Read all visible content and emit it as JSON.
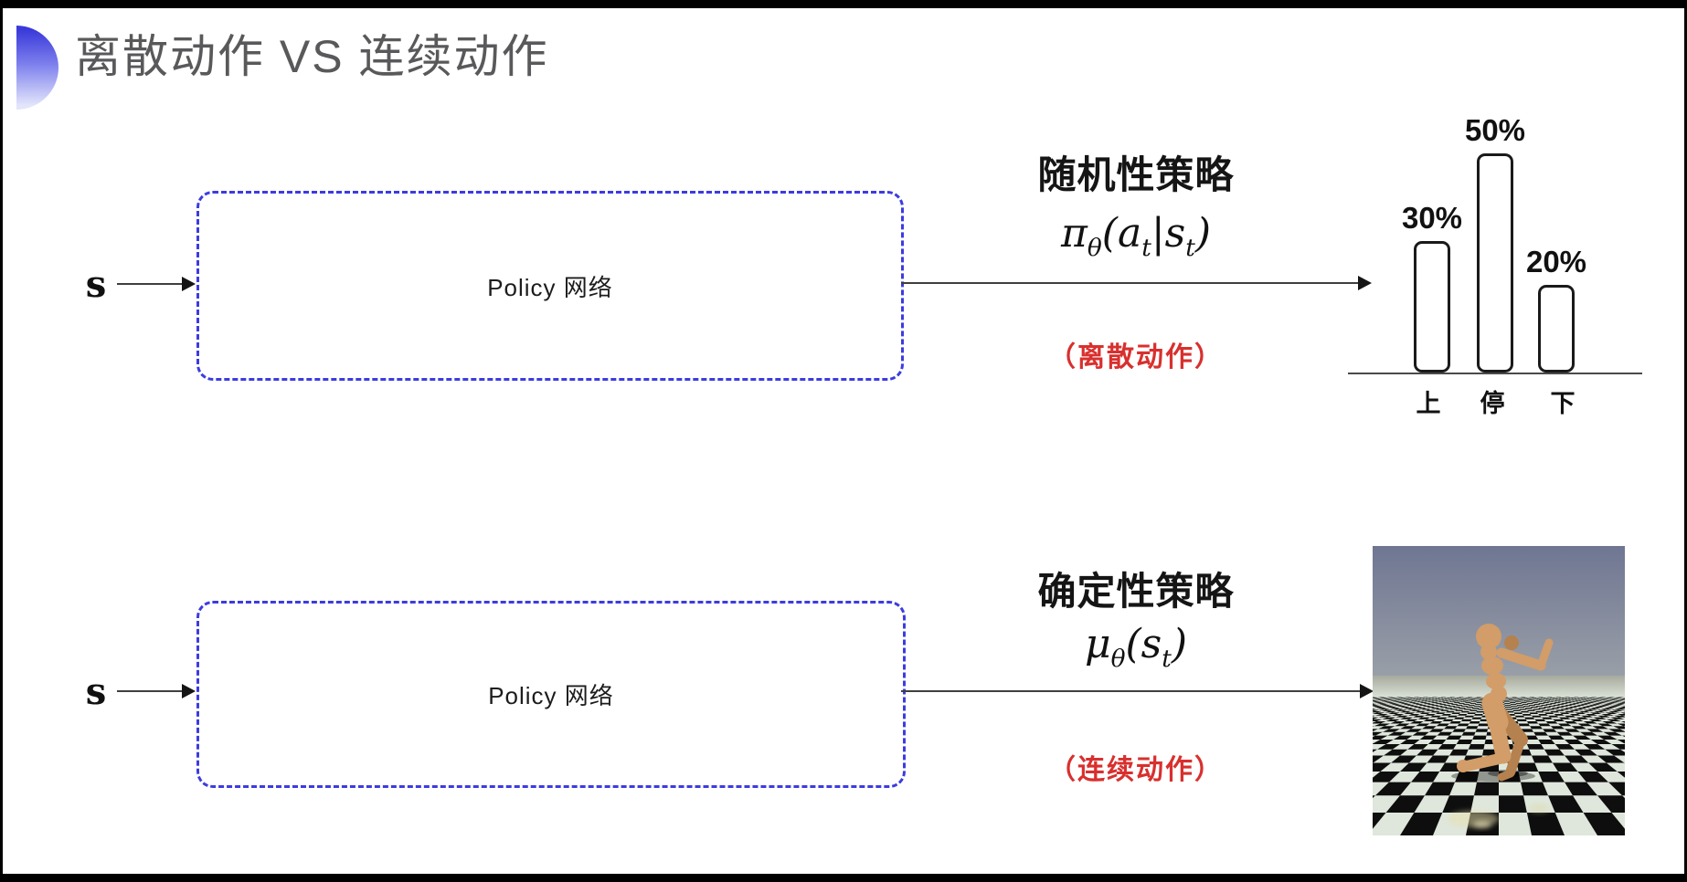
{
  "slide": {
    "title": "离散动作 VS 连续动作"
  },
  "colors": {
    "accent-red": "#d8302e",
    "box-border-blue": "#3c3ce0",
    "title-gray": "#59595c",
    "decor-blue-top": "#3a3ada",
    "decor-blue-bottom": "#e3e5fb"
  },
  "top_row": {
    "input_label": "s",
    "box_label": "Policy 网络",
    "policy_title": "随机性策略",
    "formula_text": "π_θ(a_t|s_t)",
    "formula_segments": [
      {
        "base": "π",
        "sub": "θ"
      },
      {
        "base": "("
      },
      {
        "base": "a",
        "sub": "t"
      },
      {
        "base": "|"
      },
      {
        "base": "s",
        "sub": "t"
      },
      {
        "base": ")"
      }
    ],
    "action_type_label": "（离散动作）"
  },
  "bottom_row": {
    "input_label": "s",
    "box_label": "Policy 网络",
    "policy_title": "确定性策略",
    "formula_text": "μ_θ(s_t)",
    "formula_segments": [
      {
        "base": "μ",
        "sub": "θ"
      },
      {
        "base": "("
      },
      {
        "base": "s",
        "sub": "t"
      },
      {
        "base": ")"
      }
    ],
    "action_type_label": "（连续动作）"
  },
  "chart_data": {
    "type": "bar",
    "categories": [
      "上",
      "停",
      "下"
    ],
    "values": [
      30,
      50,
      20
    ],
    "value_labels": [
      "30%",
      "50%",
      "20%"
    ],
    "title": "",
    "xlabel": "",
    "ylabel": "",
    "ylim": [
      0,
      55
    ],
    "grid": false,
    "legend": false,
    "bar_fill": "#ffffff",
    "bar_outline": "#1a1a1a"
  },
  "env_image": {
    "description": "MuJoCo-style humanoid robot running on a black-and-white checkerboard floor under a gray-blue sky",
    "sky_top": "#6f7692",
    "sky_bottom": "#9aa0a8",
    "horizon": "#a7aa9d",
    "tile_dark": "#0e0e0e",
    "tile_light": "#dfe7dc",
    "robot_body": "#d29d68",
    "robot_shade": "#b5814e"
  }
}
